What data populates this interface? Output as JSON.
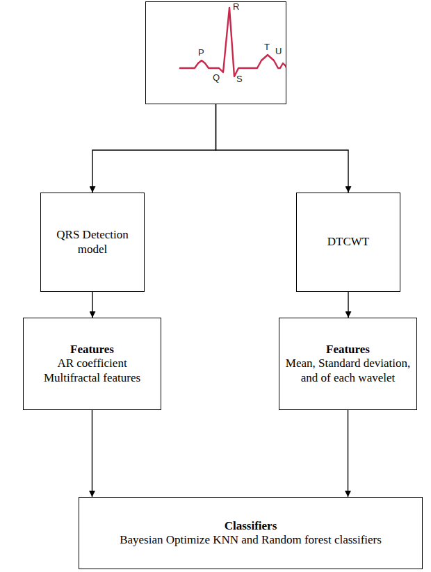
{
  "diagram": {
    "nodes": [
      {
        "text": [
          "R",
          "P",
          "T",
          "U",
          "Q",
          "S"
        ]
      },
      {
        "text": [
          "QRS Detection model"
        ]
      },
      {
        "text": [
          "DTCWT"
        ]
      },
      {
        "text": [
          "Features",
          "AR coefficient Multifractal features"
        ]
      },
      {
        "text": [
          "Features",
          "Mean, Standard deviation, and of each wavelet"
        ]
      },
      {
        "text": [
          "Classifiers",
          "Bayesian Optimize KNN and Random forest classifiers"
        ]
      }
    ],
    "edges": [
      {
        "from": 0,
        "to": 1,
        "arrow": "to"
      },
      {
        "from": 0,
        "to": 2,
        "arrow": "to"
      },
      {
        "from": 1,
        "to": 3,
        "arrow": "to"
      },
      {
        "from": 2,
        "to": 4,
        "arrow": "to"
      },
      {
        "from": 3,
        "to": 5,
        "arrow": "to"
      },
      {
        "from": 4,
        "to": 5,
        "arrow": "to"
      }
    ]
  }
}
